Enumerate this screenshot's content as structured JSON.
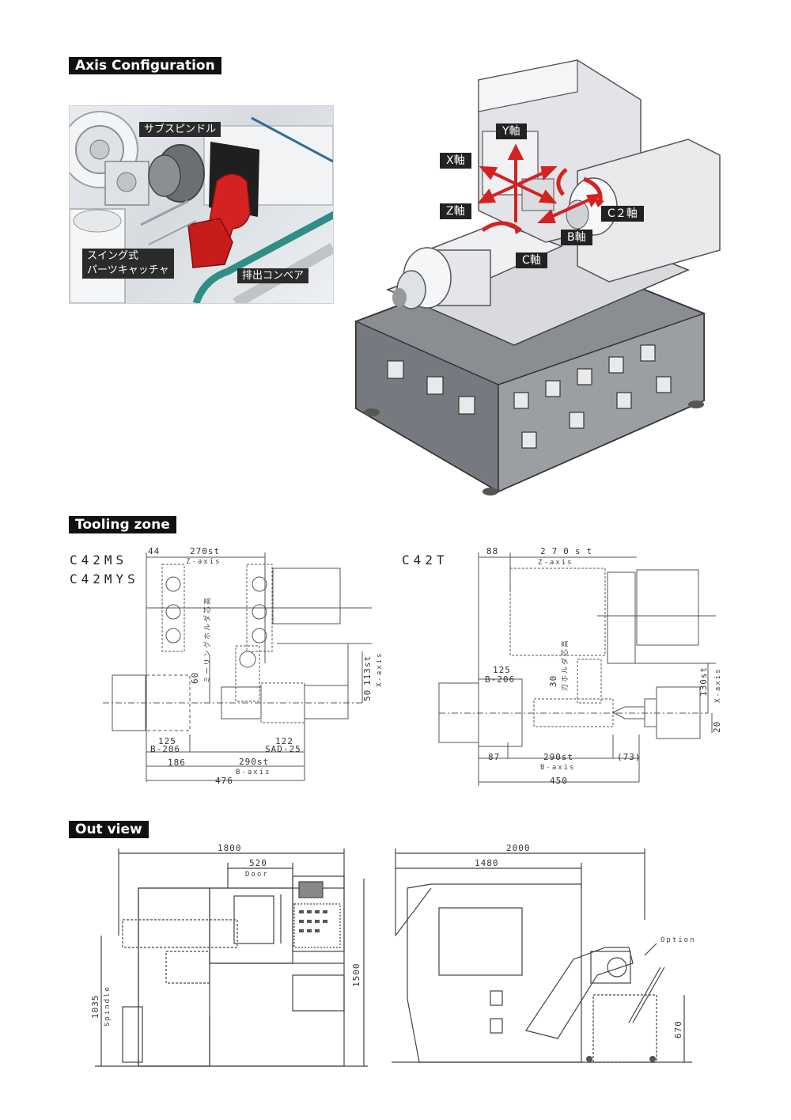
{
  "sections": {
    "axis_config": "Axis Configuration",
    "tooling_zone": "Tooling zone",
    "out_view": "Out view"
  },
  "photo_labels": {
    "sub_spindle": "サブスピンドル",
    "swing_catcher_line1": "スイング式",
    "swing_catcher_line2": "パーツキャッチャ",
    "conveyor": "排出コンベア"
  },
  "axis_labels": {
    "y": "Y軸",
    "x": "X軸",
    "z": "Z軸",
    "c2": "C２軸",
    "b": "B軸",
    "c": "C軸"
  },
  "models": {
    "left_line1": "C42MS",
    "left_line2": "C42MYS",
    "right": "C42T"
  },
  "tooling_left_dims": {
    "d44": "44",
    "d270st": "270st",
    "zaxis": "Z-axis",
    "d60": "60",
    "d113st": "113st",
    "xaxis": "X-axis",
    "d50": "50",
    "d125": "125",
    "b206": "B-206",
    "d122": "122",
    "sad25": "SAD-25",
    "d186": "186",
    "d290st": "290st",
    "baxis": "B-axis",
    "d476": "476",
    "note": "ミーリングホルダ芯高"
  },
  "tooling_right_dims": {
    "d88": "88",
    "d270st": "270st",
    "zaxis": "Z-axis",
    "d125": "125",
    "b206": "B-206",
    "d30": "30",
    "d130st": "130st",
    "xaxis": "X-axis",
    "d20": "20",
    "d87": "87",
    "d290st": "290st",
    "baxis": "B-axis",
    "d73": "(73)",
    "d450": "450",
    "note": "刃ホルダ芯高"
  },
  "out_view_left": {
    "d1800": "1800",
    "d520": "520",
    "door": "Door",
    "d1500": "1500",
    "d1035": "1035",
    "spindle": "Spindle"
  },
  "out_view_right": {
    "d2000": "2000",
    "d1480": "1480",
    "option": "Option",
    "d670": "670"
  },
  "colors": {
    "accent_red": "#d42222",
    "label_bg": "#222222",
    "machine_gray": "#8a8d92",
    "conveyor_teal": "#2f8f86"
  }
}
